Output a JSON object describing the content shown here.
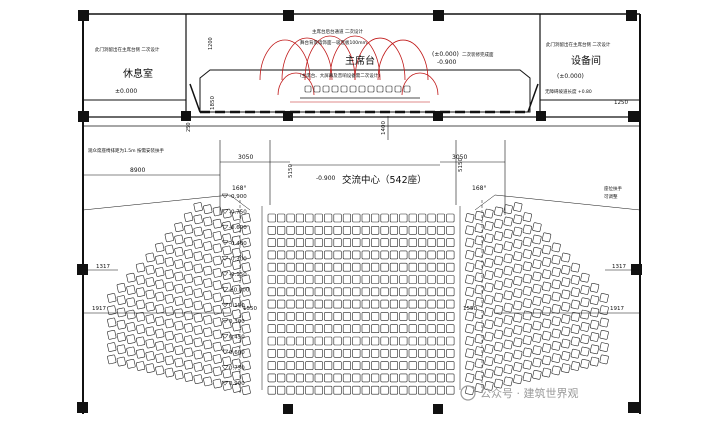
{
  "rooms": {
    "lounge": "休息室",
    "equipment": "设备间",
    "stage": "主席台",
    "hall": "交流中心（542座）"
  },
  "elevations": {
    "lounge": "±0.000",
    "stage_right": "(±0.000)",
    "stage_right_sub": "-0.900",
    "equipment": "(±0.000)",
    "equipment_sub": "无障碍坡道长度 +0.80",
    "hall": "-0.900",
    "steps": [
      "-0.900",
      "-0.750",
      "-0.600",
      "-0.450",
      "-0.300",
      "-0.150",
      "±0.000",
      "0.150",
      "0.300",
      "0.450",
      "0.600",
      "0.750",
      "0.900"
    ]
  },
  "dimensions": {
    "d8900": "8900",
    "d3050_left": "3050",
    "d3050_right": "3050",
    "d5150_left": "5150",
    "d5150_right": "5150",
    "d1400": "1400",
    "d1850": "1850",
    "d1317_left": "1317",
    "d1317_right": "1317",
    "d1917_left": "1917",
    "d1917_right": "1917",
    "d1550_left": "1550",
    "d1550_right": "1550",
    "d1250": "1250",
    "d1200": "1200",
    "d250": "250",
    "angle_left": "168°",
    "angle_right": "168°"
  },
  "notes": {
    "stage_top": "主席台后台通道 二次设计",
    "stage_note1": "舞台背景墙饰面—吸音板100mm",
    "stage_note2": "(主席台、大屏幕及音响设备需二次设计)",
    "lounge_note": "此门洞留出在主席台侧 二次设计",
    "equip_note": "此门洞留出在主席台侧 二次设计",
    "equip_note2": "二次装修完成面",
    "side_note": "观众席座椅排距为1.5m 按需安装扶手",
    "right_note": "座位扶手",
    "right_note2": "可调整"
  },
  "watermark": "公众号 · 建筑世界观"
}
